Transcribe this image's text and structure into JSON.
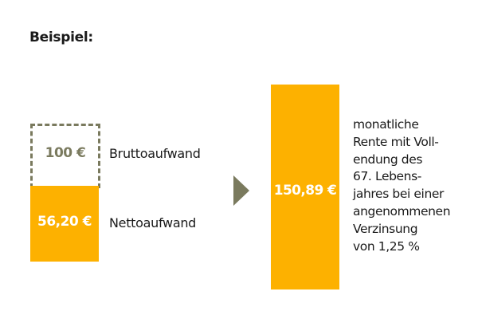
{
  "title": "Beispiel:",
  "colors": {
    "accent_orange": "#fdb100",
    "olive_gray": "#7a7a5e",
    "text": "#1a1a1a"
  },
  "gross": {
    "value": "100 €",
    "label": "Bruttoaufwand"
  },
  "net": {
    "value": "56,20 €",
    "label": "Nettoaufwand"
  },
  "arrow": {
    "icon": "play-triangle-icon"
  },
  "pension": {
    "value": "150,89 €",
    "description_lines": [
      "monatliche",
      "Rente mit Voll-",
      "endung des",
      "67. Lebens-",
      "jahres bei einer",
      "angenommenen",
      "Verzinsung",
      "von 1,25 %"
    ]
  }
}
